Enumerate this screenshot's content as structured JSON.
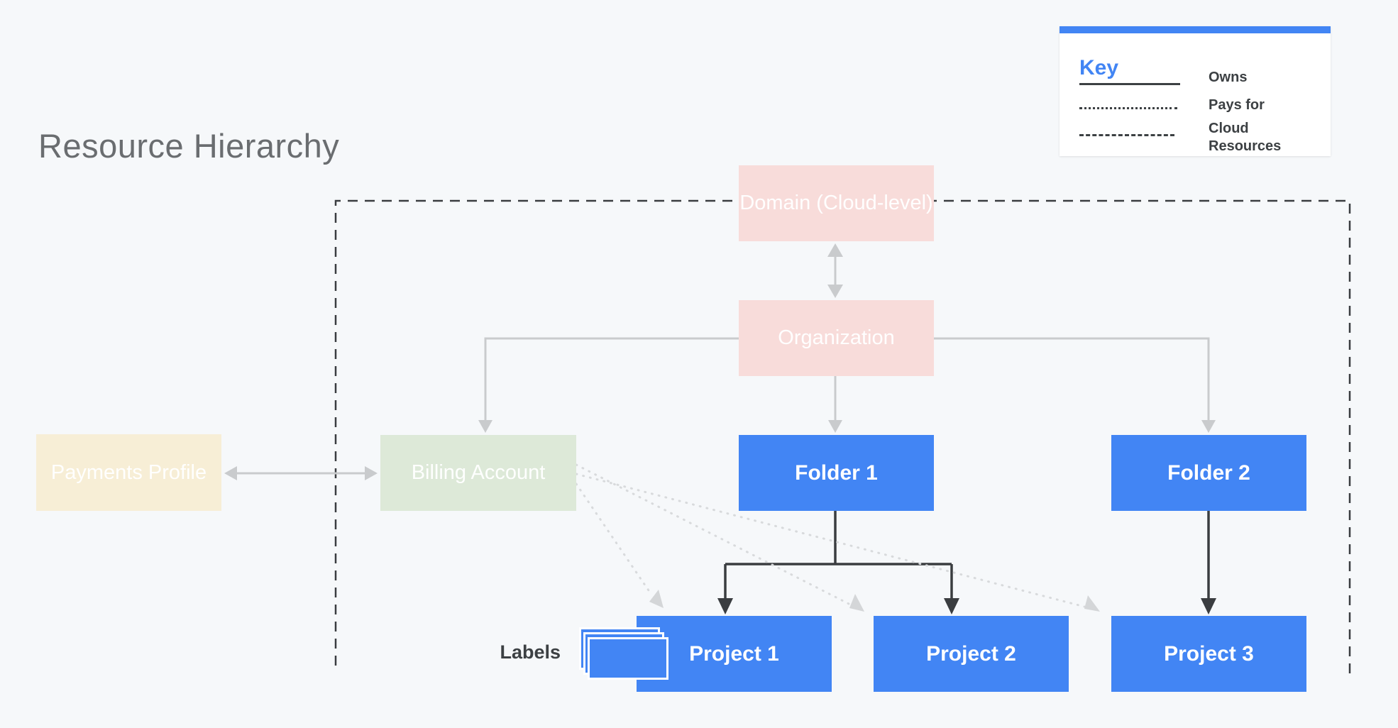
{
  "title": "Resource Hierarchy",
  "key": {
    "heading": "Key",
    "items": [
      {
        "line_style": "solid",
        "label": "Owns"
      },
      {
        "line_style": "dotted",
        "label": "Pays for"
      },
      {
        "line_style": "dashed",
        "label": "Cloud Resources"
      }
    ]
  },
  "nodes": {
    "domain": {
      "label": "Domain (Cloud-level)"
    },
    "organization": {
      "label": "Organization"
    },
    "payments_profile": {
      "label": "Payments Profile"
    },
    "billing_account": {
      "label": "Billing Account"
    },
    "folder1": {
      "label": "Folder 1"
    },
    "folder2": {
      "label": "Folder 2"
    },
    "project1": {
      "label": "Project 1"
    },
    "project2": {
      "label": "Project 2"
    },
    "project3": {
      "label": "Project 3"
    }
  },
  "labels_caption": "Labels",
  "icons": {
    "labels_stack": "stacked-cards-icon"
  },
  "colors": {
    "background": "#f6f8fa",
    "accent_blue": "#4285f4",
    "pink_node": "#f8dcda",
    "green_node": "#dde9d8",
    "cream_node": "#f7eed6",
    "gray_connector": "#c9cbcd",
    "dark_connector": "#3a3d40",
    "dotted_connector": "#d8dadc",
    "title_text": "#6a6d70",
    "key_text": "#3c4043"
  }
}
